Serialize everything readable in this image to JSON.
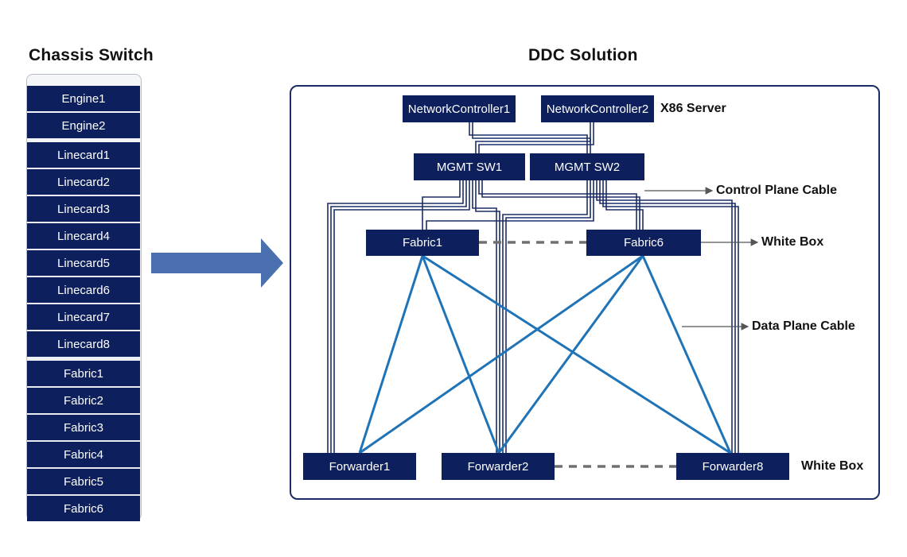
{
  "titles": {
    "chassis": "Chassis Switch",
    "ddc": "DDC Solution"
  },
  "chassis": {
    "slots": [
      "Engine1",
      "Engine2",
      "Linecard1",
      "Linecard2",
      "Linecard3",
      "Linecard4",
      "Linecard5",
      "Linecard6",
      "Linecard7",
      "Linecard8",
      "Fabric1",
      "Fabric2",
      "Fabric3",
      "Fabric4",
      "Fabric5",
      "Fabric6"
    ]
  },
  "ddc": {
    "nodes": {
      "nc1": "NetworkController1",
      "nc2": "NetworkController2",
      "mgmt1": "MGMT SW1",
      "mgmt2": "MGMT SW2",
      "fabric1": "Fabric1",
      "fabric6": "Fabric6",
      "forwarder1": "Forwarder1",
      "forwarder2": "Forwarder2",
      "forwarder8": "Forwarder8"
    },
    "labels": {
      "x86": "X86 Server",
      "control_plane": "Control Plane Cable",
      "white_box_fabric": "White Box",
      "data_plane": "Data Plane Cable",
      "white_box_forwarder": "White Box"
    }
  },
  "colors": {
    "node_fill": "#0d1f5c",
    "frame_border": "#1b2d66",
    "data_plane_line": "#1f73b7",
    "control_plane_line": "#1b2d66",
    "dash_line": "#707070",
    "arrow_fill": "#4a70b0"
  }
}
